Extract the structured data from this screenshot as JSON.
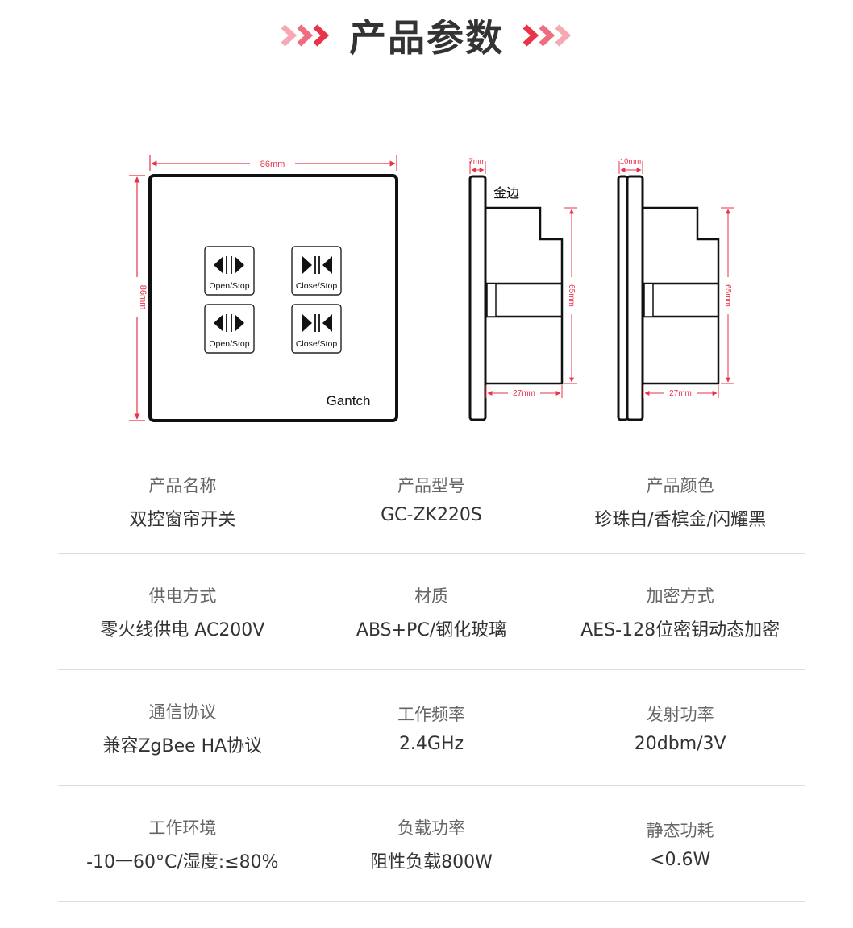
{
  "header": {
    "title": "产品参数",
    "accent_color": "#e8334a",
    "accent_light": "#f7a8b4"
  },
  "diagram": {
    "front": {
      "width_label": "86mm",
      "height_label": "86mm",
      "brand": "Gantch",
      "buttons": [
        {
          "label": "Open/Stop",
          "icon": "open-arrows-icon"
        },
        {
          "label": "Close/Stop",
          "icon": "close-arrows-icon"
        },
        {
          "label": "Open/Stop",
          "icon": "open-arrows-icon"
        },
        {
          "label": "Close/Stop",
          "icon": "close-arrows-icon"
        }
      ]
    },
    "side1": {
      "thickness_label": "7mm",
      "edge_label": "金边",
      "depth_label": "27mm",
      "height_label": "65mm"
    },
    "side2": {
      "thickness_label": "10mm",
      "depth_label": "27mm",
      "height_label": "65mm"
    }
  },
  "specs": [
    [
      {
        "label": "产品名称",
        "value": "双控窗帘开关"
      },
      {
        "label": "产品型号",
        "value": "GC-ZK220S"
      },
      {
        "label": "产品颜色",
        "value": "珍珠白/香槟金/闪耀黑"
      }
    ],
    [
      {
        "label": "供电方式",
        "value": "零火线供电 AC200V"
      },
      {
        "label": "材质",
        "value": "ABS+PC/钢化玻璃"
      },
      {
        "label": "加密方式",
        "value": "AES-128位密钥动态加密"
      }
    ],
    [
      {
        "label": "通信协议",
        "value": "兼容ZgBee HA协议"
      },
      {
        "label": "工作频率",
        "value": "2.4GHz"
      },
      {
        "label": "发射功率",
        "value": "20dbm/3V"
      }
    ],
    [
      {
        "label": "工作环境",
        "value": "-10一60°C/湿度:≤80%"
      },
      {
        "label": "负载功率",
        "value": "阻性负载800W"
      },
      {
        "label": "静态功耗",
        "value": "<0.6W"
      }
    ]
  ]
}
